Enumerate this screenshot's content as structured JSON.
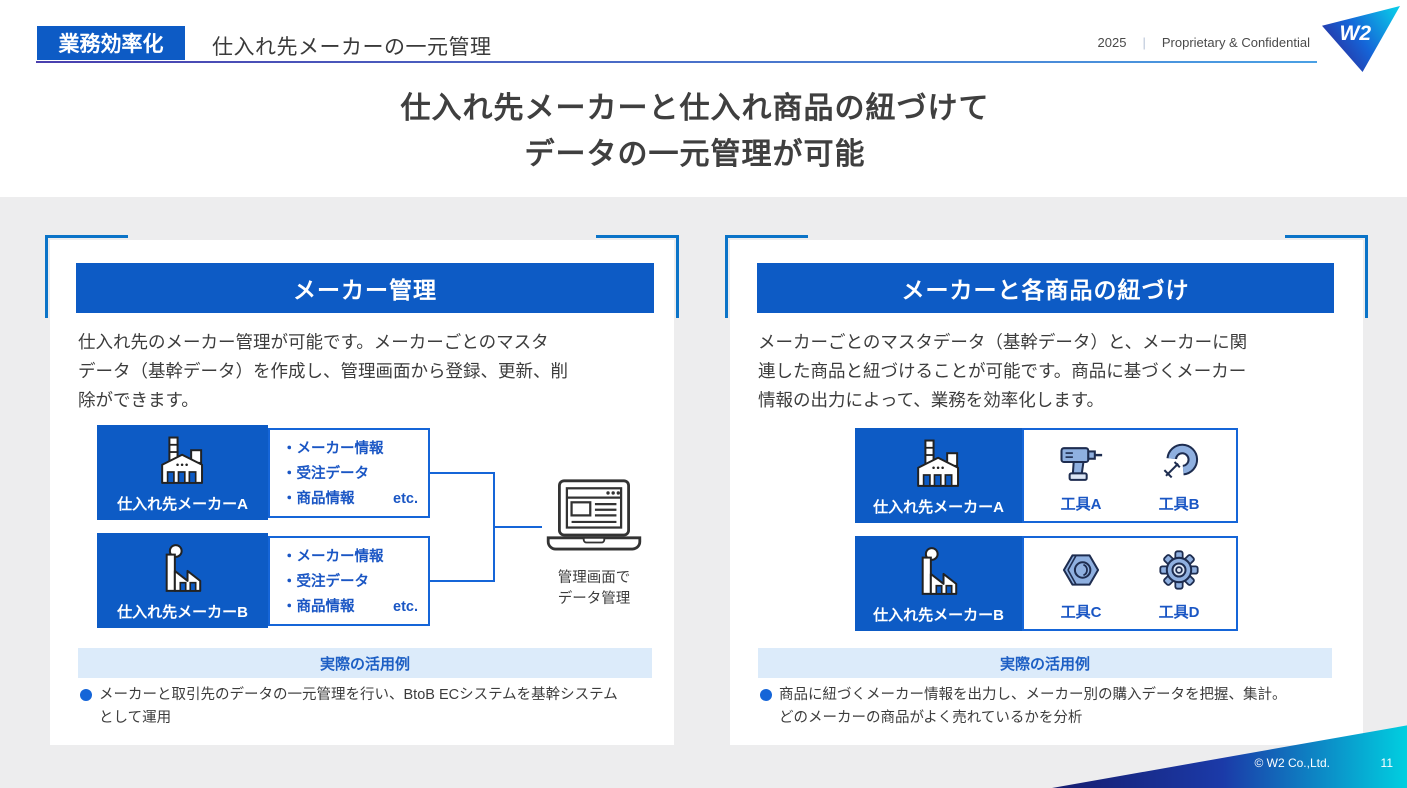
{
  "header": {
    "badge": "業務効率化",
    "title": "仕入れ先メーカーの一元管理",
    "year": "2025",
    "confidential": "Proprietary & Confidential",
    "logo_text": "W2"
  },
  "main_title": {
    "line1": "仕入れ先メーカーと仕入れ商品の紐づけて",
    "line2": "データの一元管理が可能"
  },
  "left_panel": {
    "header": "メーカー管理",
    "body_lines": [
      "仕入れ先のメーカー管理が可能です。メーカーごとのマスタ",
      "データ（基幹データ）を作成し、管理画面から登録、更新、削",
      "除ができます。"
    ],
    "maker_a": {
      "label": "仕入れ先メーカーA",
      "items": [
        "・メーカー情報",
        "・受注データ",
        "・商品情報"
      ],
      "etc": "etc."
    },
    "maker_b": {
      "label": "仕入れ先メーカーB",
      "items": [
        "・メーカー情報",
        "・受注データ",
        "・商品情報"
      ],
      "etc": "etc."
    },
    "laptop_caption_line1": "管理画面で",
    "laptop_caption_line2": "データ管理",
    "example_header": "実際の活用例",
    "example_line1": "メーカーと取引先のデータの一元管理を行い、BtoB ECシステムを基幹システム",
    "example_line2": "として運用"
  },
  "right_panel": {
    "header": "メーカーと各商品の紐づけ",
    "body_lines": [
      "メーカーごとのマスタデータ（基幹データ）と、メーカーに関",
      "連した商品と紐づけることが可能です。商品に基づくメーカー",
      "情報の出力によって、業務を効率化します。"
    ],
    "maker_a": {
      "label": "仕入れ先メーカーA",
      "tools": [
        {
          "name": "工具A"
        },
        {
          "name": "工具B"
        }
      ]
    },
    "maker_b": {
      "label": "仕入れ先メーカーB",
      "tools": [
        {
          "name": "工具C"
        },
        {
          "name": "工具D"
        }
      ]
    },
    "example_header": "実際の活用例",
    "example_line1": "商品に紐づくメーカー情報を出力し、メーカー別の購入データを把握、集計。",
    "example_line2": "どのメーカーの商品がよく売れているかを分析"
  },
  "footer": {
    "copyright": "© W2 Co.,Ltd.",
    "page_number": "11"
  },
  "colors": {
    "primary_blue": "#0d5bc5",
    "accent_blue": "#1565d8",
    "light_blue_bg": "#dcebfa",
    "band_gray": "#ededee",
    "cyan": "#00cfe0"
  }
}
